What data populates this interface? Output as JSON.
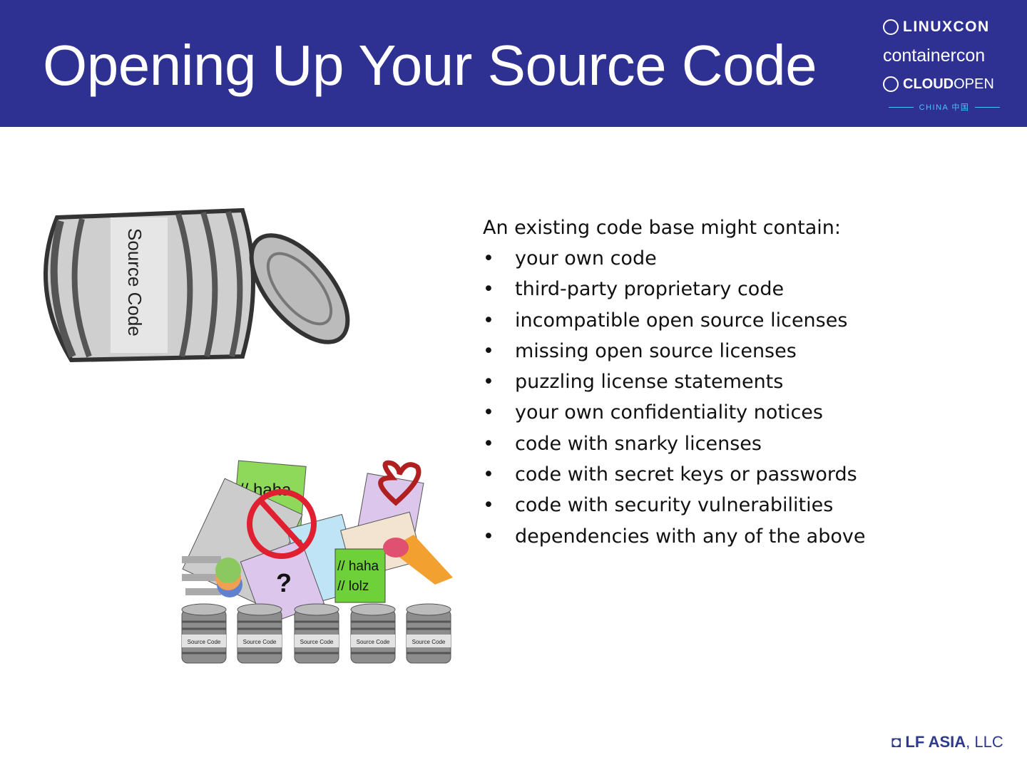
{
  "header": {
    "title": "Opening Up Your Source Code",
    "background_color": "#2e3192",
    "logos": {
      "linuxcon": "LINUXCON",
      "containercon": "containercon",
      "cloudopen_bold": "CLOUD",
      "cloudopen_light": "OPEN",
      "china": "CHINA 中国"
    }
  },
  "content": {
    "intro": "An existing code base might contain:",
    "bullets": [
      "your own code",
      "third-party proprietary code",
      "incompatible open source licenses",
      "missing open source licenses",
      "puzzling license statements",
      "your own confidentiality notices",
      "code with snarky licenses",
      "code with secret keys or passwords",
      "code with security vulnerabilities",
      "dependencies with any of the above"
    ]
  },
  "illustrations": {
    "open_can_label": "Source Code",
    "note_haha": "// haha",
    "note_haha_lolz": [
      "// haha",
      "// lolz"
    ],
    "question_mark": "?",
    "can_labels": [
      "Source Code",
      "Source Code",
      "Source Code",
      "Source Code",
      "Source Code"
    ]
  },
  "footer": {
    "org_bold": "LF ASIA",
    "org_suffix": ", LLC"
  }
}
